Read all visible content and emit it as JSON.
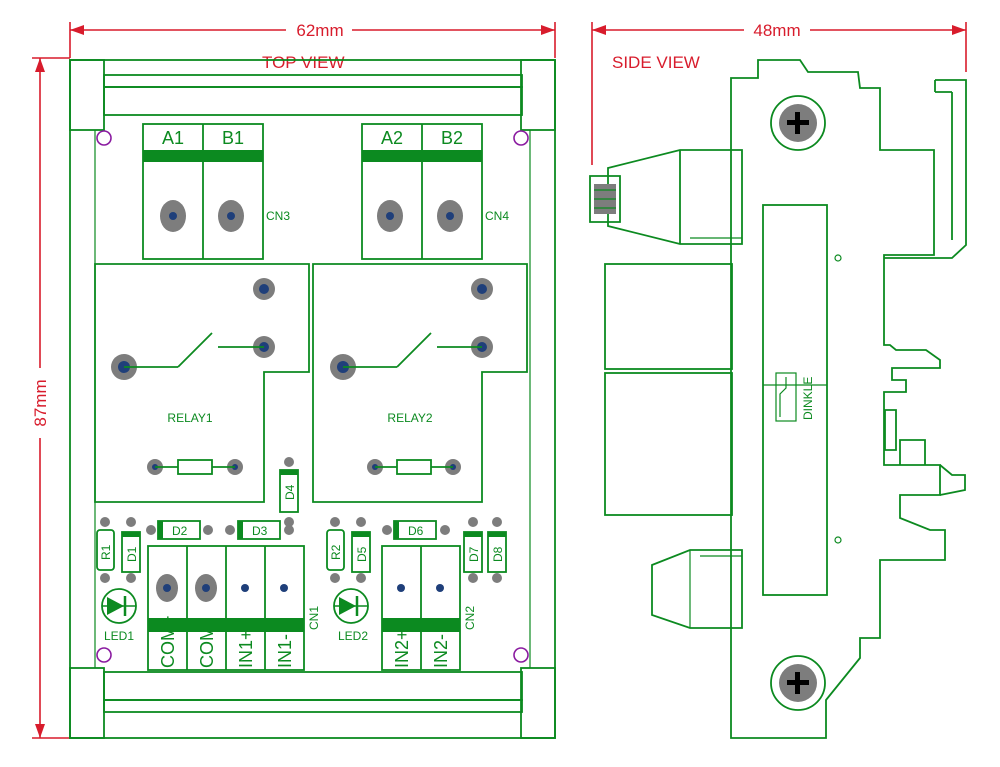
{
  "dimensions": {
    "top_width": "62mm",
    "side_width": "48mm",
    "height": "87mm"
  },
  "views": {
    "top": "TOP VIEW",
    "side": "SIDE VIEW"
  },
  "connectors": {
    "cn3": {
      "ref": "CN3",
      "pins": [
        "A1",
        "B1"
      ]
    },
    "cn4": {
      "ref": "CN4",
      "pins": [
        "A2",
        "B2"
      ]
    },
    "cn1": {
      "ref": "CN1",
      "pins": [
        "COM+",
        "COM-",
        "IN1+",
        "IN1-"
      ]
    },
    "cn2": {
      "ref": "CN2",
      "pins": [
        "IN2+",
        "IN2-"
      ]
    }
  },
  "relays": [
    "RELAY1",
    "RELAY2"
  ],
  "components": {
    "d1": "D1",
    "d2": "D2",
    "d3": "D3",
    "d4": "D4",
    "d5": "D5",
    "d6": "D6",
    "d7": "D7",
    "d8": "D8",
    "r1": "R1",
    "r2": "R2",
    "led1": "LED1",
    "led2": "LED2"
  },
  "brand": "DINKLE",
  "colors": {
    "outline": "#0c8a20",
    "dimension": "#d81c2c",
    "pad": "#7d7d7d",
    "pad_center": "#1f3f7a",
    "mounting_hole": "#8a1aa0"
  }
}
